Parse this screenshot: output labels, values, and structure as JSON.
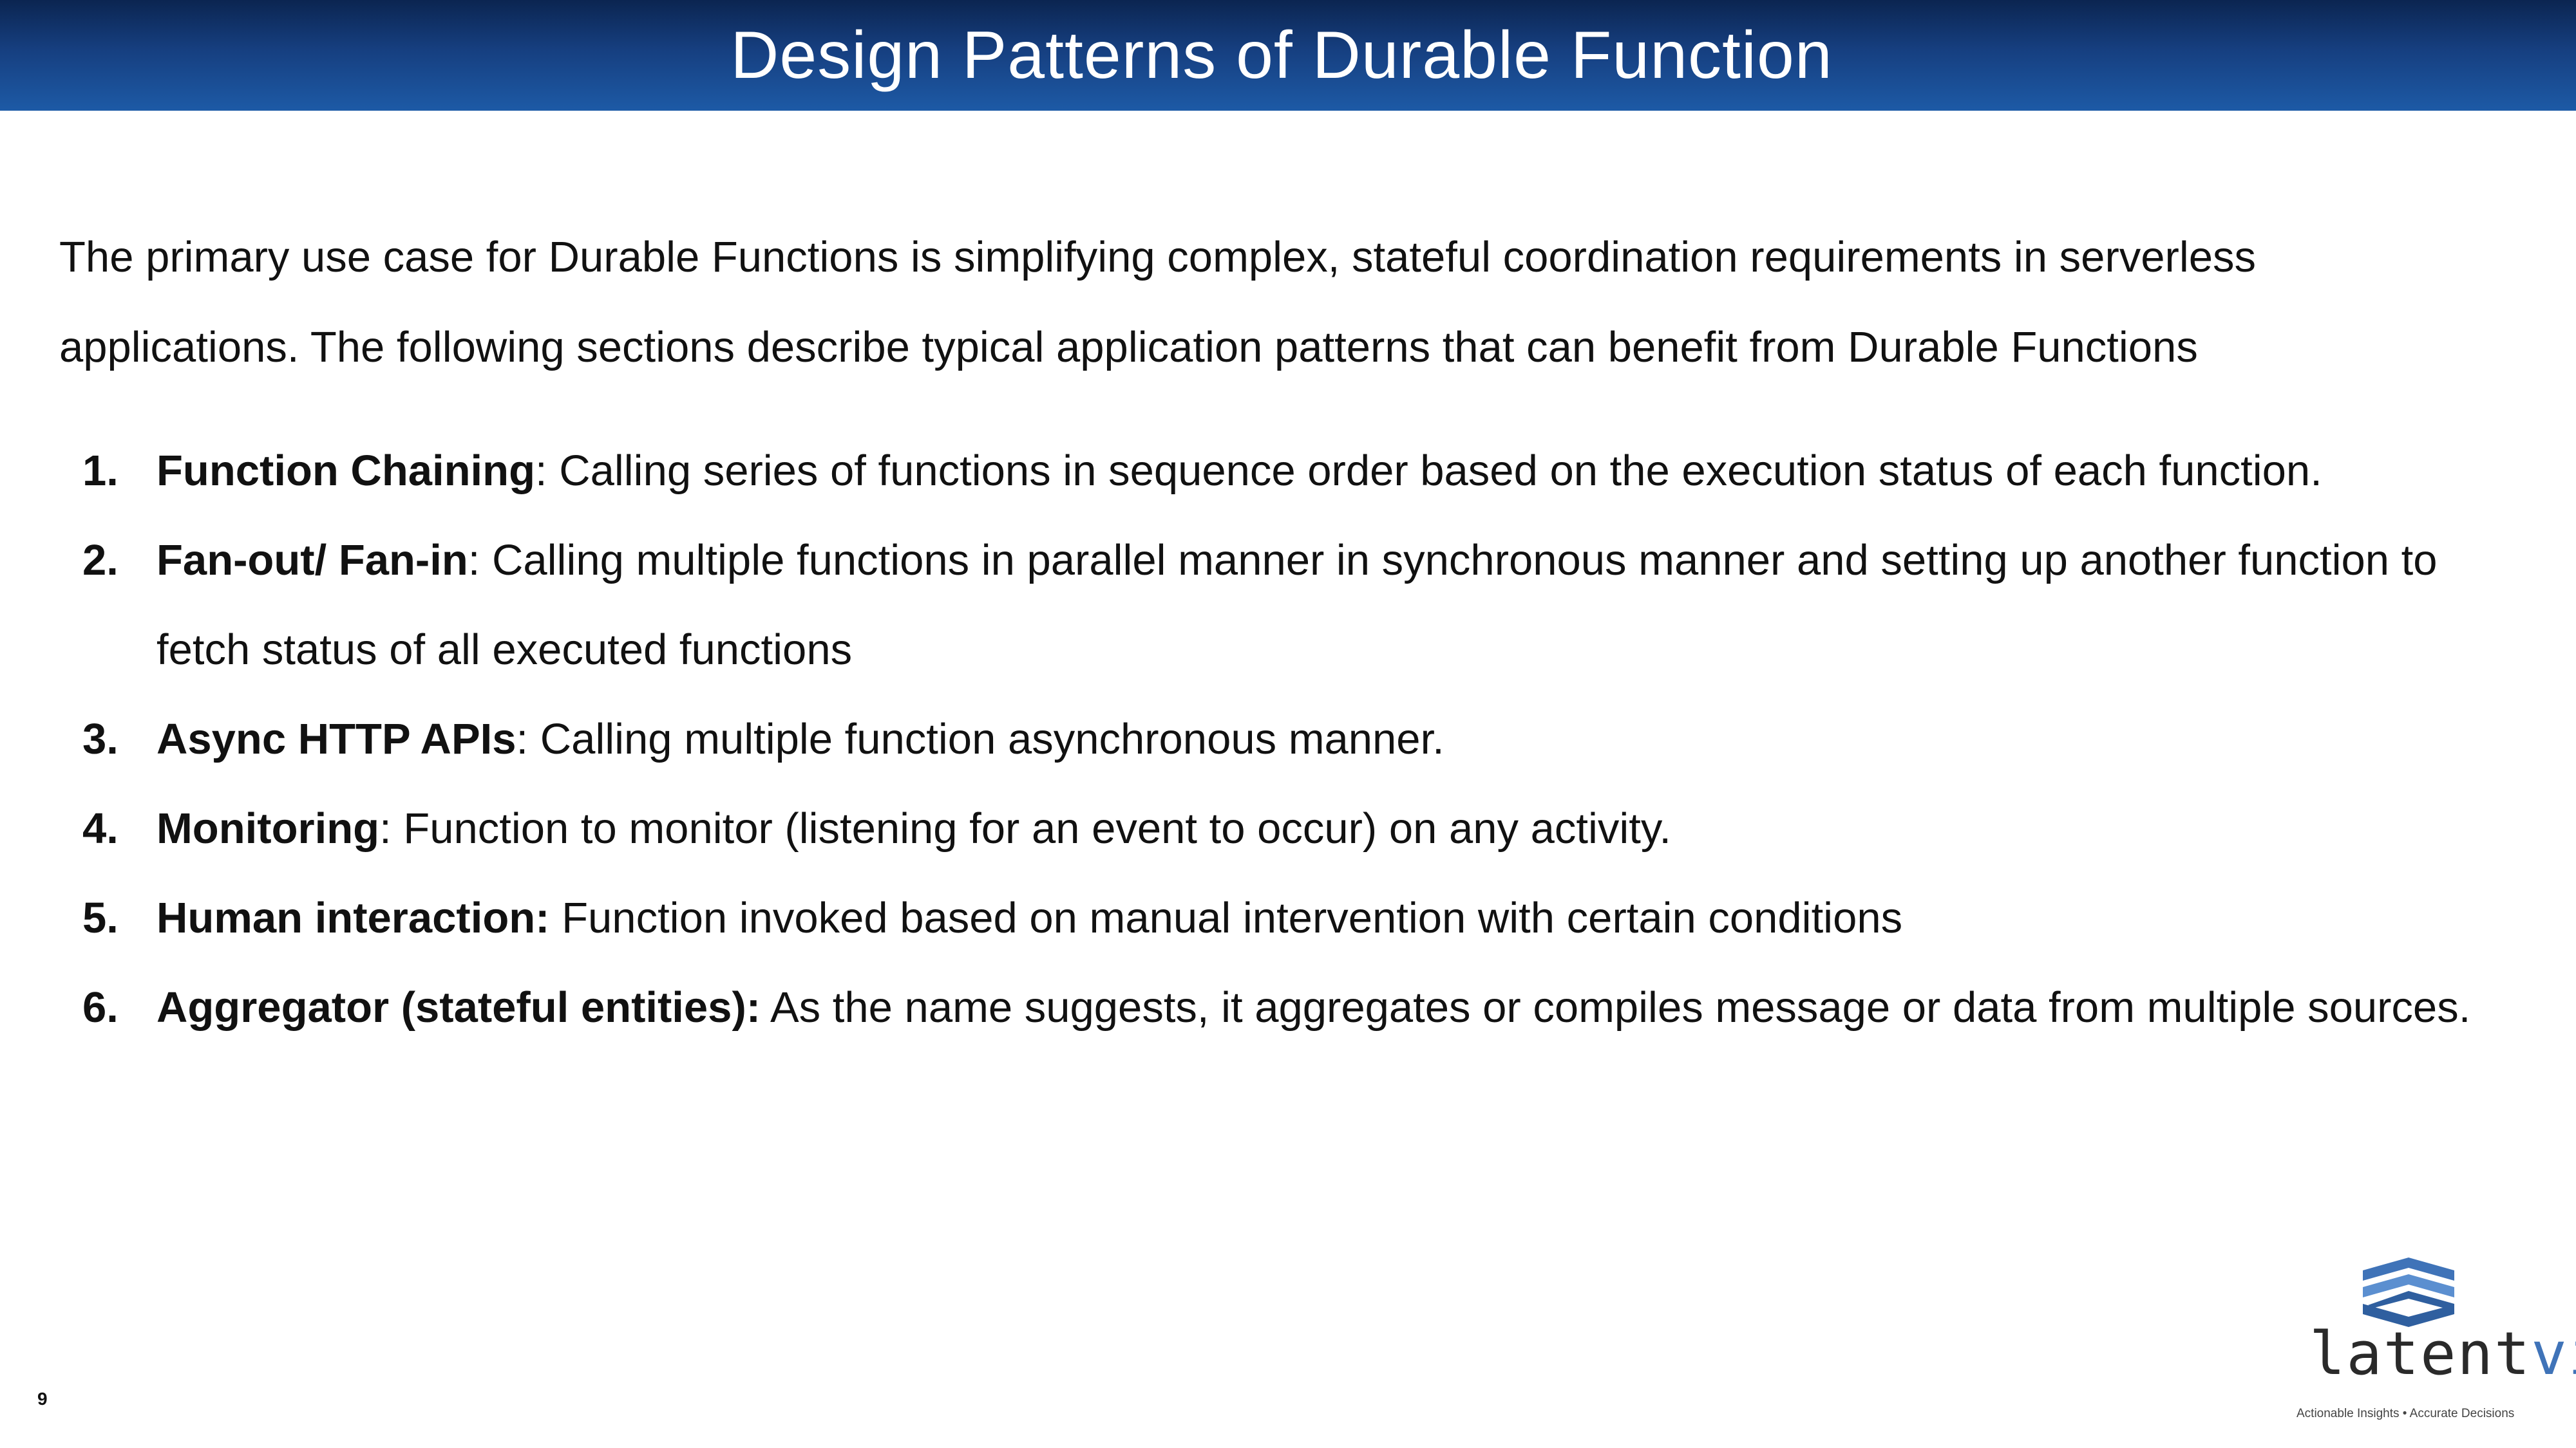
{
  "slide": {
    "title": "Design Patterns of Durable Function",
    "intro": "The primary use case for Durable Functions is simplifying complex, stateful coordination requirements in serverless applications. The following sections describe typical application patterns that can benefit from Durable Functions",
    "patterns": [
      {
        "number": "1.",
        "name": "Function Chaining",
        "text": ": Calling series of functions in sequence order based on the execution status of each function."
      },
      {
        "number": "2.",
        "name": "Fan-out/ Fan-in",
        "text": ":  Calling multiple functions in parallel manner in synchronous manner and setting up another function to fetch status of all executed functions"
      },
      {
        "number": "3.",
        "name": "Async HTTP APIs",
        "text": ": Calling multiple function asynchronous manner."
      },
      {
        "number": "4.",
        "name": "Monitoring",
        "text": ": Function to monitor (listening for an event to occur) on any activity."
      },
      {
        "number": "5.",
        "name": "Human interaction:",
        "text": " Function invoked based on manual intervention with certain conditions"
      },
      {
        "number": "6.",
        "name": "Aggregator (stateful entities):",
        "text": " As the name suggests, it aggregates or compiles message or data from multiple sources."
      }
    ],
    "page_number": "9"
  },
  "logo": {
    "word_dark": "latent",
    "word_blue": "view",
    "tagline": "Actionable Insights • Accurate Decisions"
  },
  "colors": {
    "title_bar_top": "#0b2551",
    "title_bar_bottom": "#1d5aa6",
    "logo_blue": "#3f73b8"
  }
}
